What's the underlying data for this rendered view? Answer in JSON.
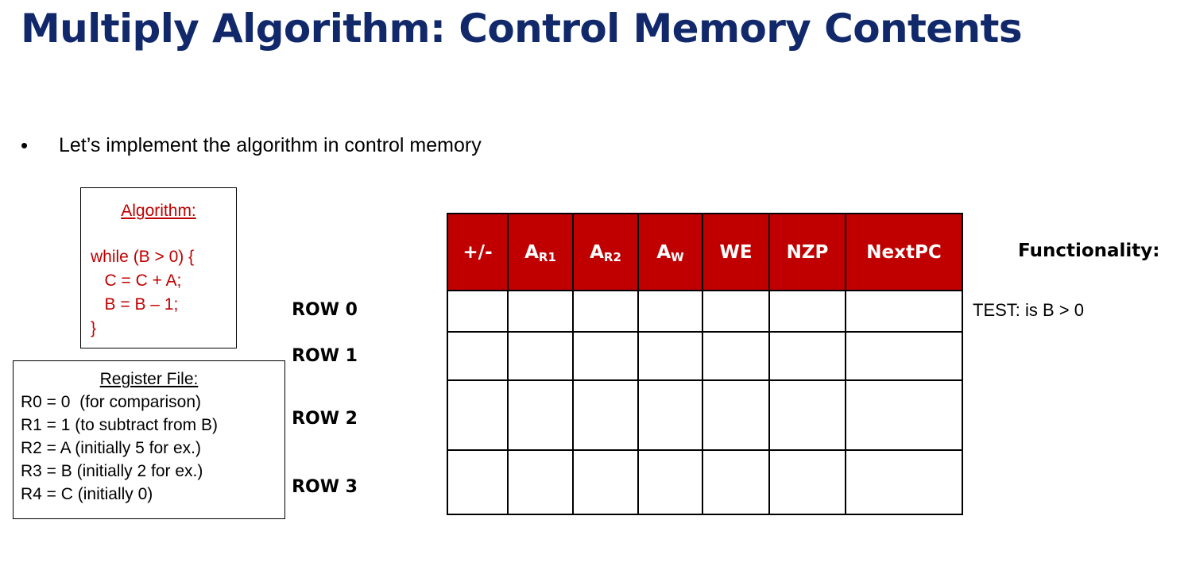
{
  "slide": {
    "title": "Multiply Algorithm: Control Memory Contents",
    "title_color": "#11296B",
    "background": "#FFFFFF"
  },
  "bullet": {
    "marker": "•",
    "text": "Let’s implement the algorithm in control memory"
  },
  "algorithm_box": {
    "title": "Algorithm:",
    "text_color": "#C00000",
    "border_color": "#000000",
    "lines": [
      "while (B > 0) {",
      "   C = C + A;",
      "   B = B – 1;",
      "}"
    ]
  },
  "register_file_box": {
    "title": "Register File:",
    "text_color": "#000000",
    "border_color": "#000000",
    "lines": [
      "R0 = 0  (for comparison)",
      "R1 = 1 (to subtract from B)",
      "R2 = A (initially 5 for ex.)",
      "R3 = B (initially 2 for ex.)",
      "R4 = C (initially 0)"
    ]
  },
  "control_memory_table": {
    "header_bg": "#C00000",
    "header_fg": "#FFFFFF",
    "border_color": "#000000",
    "columns": [
      {
        "label": "+/-",
        "sub": ""
      },
      {
        "label": "A",
        "sub": "R1"
      },
      {
        "label": "A",
        "sub": "R2"
      },
      {
        "label": "A",
        "sub": "W"
      },
      {
        "label": "WE",
        "sub": ""
      },
      {
        "label": "NZP",
        "sub": ""
      },
      {
        "label": "NextPC",
        "sub": ""
      }
    ],
    "row_labels": [
      "ROW 0",
      "ROW 1",
      "ROW 2",
      "ROW 3"
    ],
    "rows": [
      [
        "",
        "",
        "",
        "",
        "",
        "",
        ""
      ],
      [
        "",
        "",
        "",
        "",
        "",
        "",
        ""
      ],
      [
        "",
        "",
        "",
        "",
        "",
        "",
        ""
      ],
      [
        "",
        "",
        "",
        "",
        "",
        "",
        ""
      ]
    ]
  },
  "functionality": {
    "header": "Functionality:",
    "notes": [
      "TEST: is B > 0",
      "",
      "",
      ""
    ]
  }
}
